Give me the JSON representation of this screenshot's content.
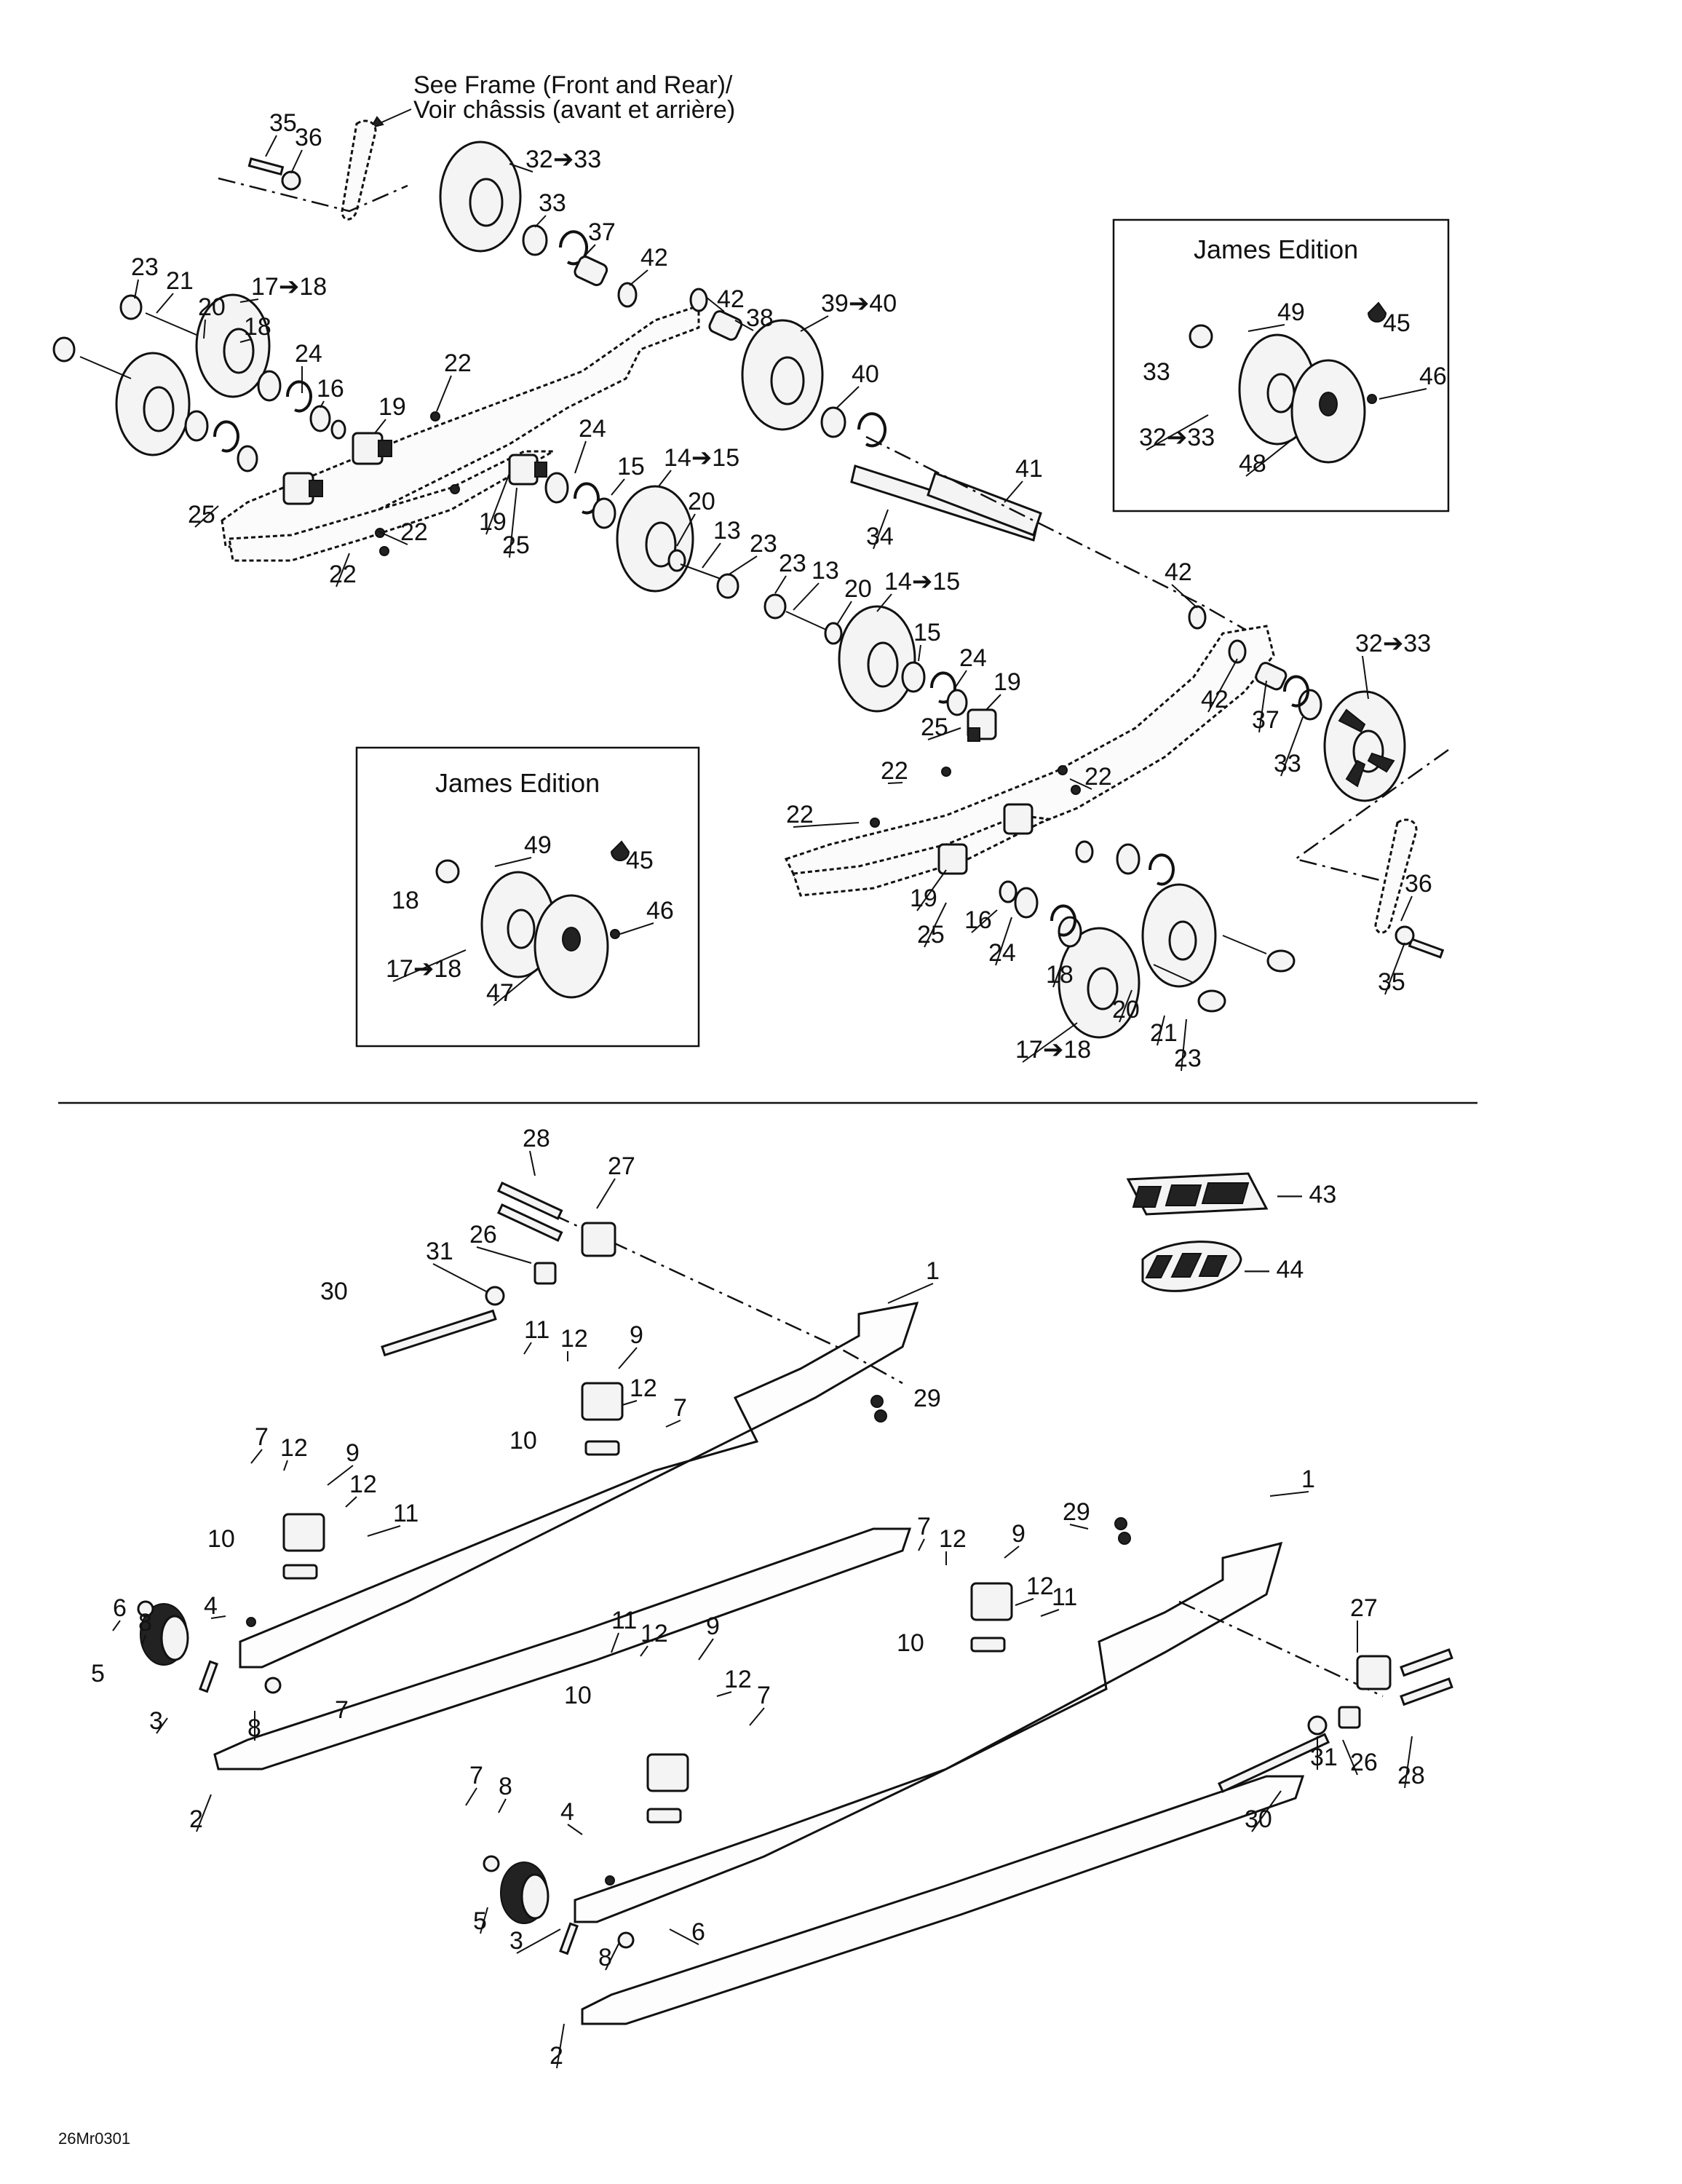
{
  "frame_reference": {
    "line1": "See Frame (Front and Rear)/",
    "line2": "Voir châssis (avant et arrière)"
  },
  "inset_title": "James Edition",
  "logo_labels": {
    "hpg_vr": "43",
    "logo_44": "44"
  },
  "drawing_ref": "26Mr0301",
  "upper_labels": [
    "35",
    "36",
    "32➔33",
    "33",
    "37",
    "42",
    "42",
    "38",
    "39➔40",
    "40",
    "41",
    "34",
    "23",
    "21",
    "20",
    "17➔18",
    "18",
    "24",
    "16",
    "19",
    "22",
    "25",
    "22",
    "22",
    "19",
    "25",
    "24",
    "15",
    "14➔15",
    "20",
    "13",
    "23",
    "23",
    "13",
    "20",
    "14➔15",
    "15",
    "24",
    "19",
    "25",
    "42",
    "32➔33",
    "42",
    "37",
    "33",
    "22",
    "22",
    "22",
    "19",
    "25",
    "16",
    "24",
    "18",
    "17➔18",
    "20",
    "21",
    "23",
    "36",
    "35"
  ],
  "inset_right_labels": [
    "49",
    "45",
    "33",
    "46",
    "32➔33",
    "48"
  ],
  "inset_left_labels": [
    "49",
    "45",
    "18",
    "46",
    "17➔18",
    "47"
  ],
  "lower_labels": [
    "28",
    "27",
    "26",
    "31",
    "30",
    "11",
    "12",
    "9",
    "12",
    "7",
    "10",
    "1",
    "29",
    "7",
    "12",
    "9",
    "12",
    "11",
    "10",
    "6",
    "8",
    "4",
    "5",
    "8",
    "7",
    "3",
    "2",
    "1",
    "29",
    "7",
    "12",
    "9",
    "12",
    "11",
    "10",
    "27",
    "11",
    "12",
    "9",
    "12",
    "7",
    "10",
    "31",
    "26",
    "28",
    "30",
    "7",
    "8",
    "4",
    "5",
    "3",
    "8",
    "6",
    "2"
  ]
}
